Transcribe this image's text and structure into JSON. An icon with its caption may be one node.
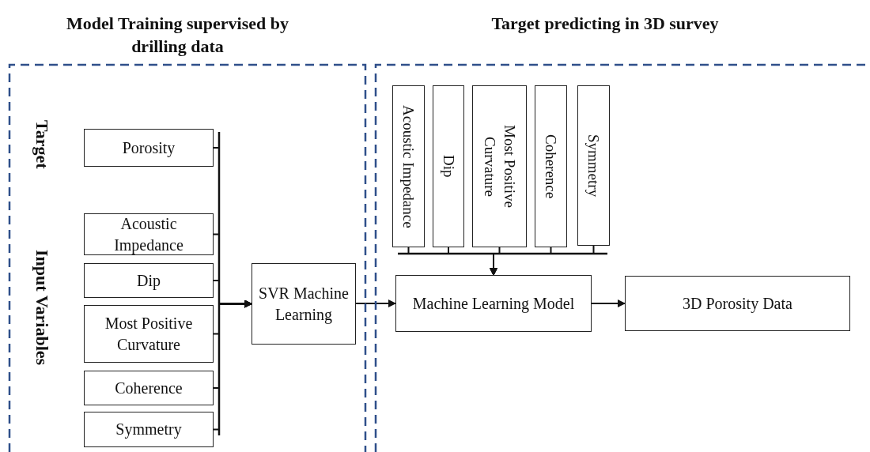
{
  "diagram": {
    "nodes": [
      {
        "text": [
          "Model Training supervised by drilling data"
        ]
      },
      {
        "text": [
          "Porosity"
        ],
        "in": 0
      },
      {
        "text": [
          "Acoustic Impedance"
        ],
        "in": 0
      },
      {
        "text": [
          "Dip"
        ],
        "in": 0
      },
      {
        "text": [
          "Most Positive Curvature"
        ],
        "in": 0
      },
      {
        "text": [
          "Coherence"
        ],
        "in": 0
      },
      {
        "text": [
          "Symmetry"
        ],
        "in": 0
      },
      {
        "text": [
          "SVR Machine Learning"
        ],
        "in": 0
      },
      {
        "text": [
          "Target predicting in 3D survey"
        ]
      },
      {
        "text": [
          "Acoustic Impedance"
        ],
        "in": 8
      },
      {
        "text": [
          "Dip"
        ],
        "in": 8
      },
      {
        "text": [
          "Most Positive Curvature"
        ],
        "in": 8
      },
      {
        "text": [
          "Coherence"
        ],
        "in": 8
      },
      {
        "text": [
          "Symmetry"
        ],
        "in": 8
      },
      {
        "text": [
          "Machine Learning Model"
        ],
        "in": 8
      },
      {
        "text": [
          "3D Porosity Data"
        ],
        "in": 8
      }
    ],
    "edges": [
      {
        "from": 1,
        "to": 7,
        "arrow": "to"
      },
      {
        "from": 2,
        "to": 7,
        "arrow": "to"
      },
      {
        "from": 3,
        "to": 7,
        "arrow": "to"
      },
      {
        "from": 4,
        "to": 7,
        "arrow": "to"
      },
      {
        "from": 5,
        "to": 7,
        "arrow": "to"
      },
      {
        "from": 6,
        "to": 7,
        "arrow": "to"
      },
      {
        "from": 7,
        "to": 14,
        "arrow": "to"
      },
      {
        "from": 9,
        "to": 14,
        "arrow": "to"
      },
      {
        "from": 10,
        "to": 14,
        "arrow": "to"
      },
      {
        "from": 11,
        "to": 14,
        "arrow": "to"
      },
      {
        "from": 12,
        "to": 14,
        "arrow": "to"
      },
      {
        "from": 13,
        "to": 14,
        "arrow": "to"
      },
      {
        "from": 14,
        "to": 15,
        "arrow": "to"
      }
    ],
    "labels": [
      "Target",
      "Input Variables"
    ]
  }
}
